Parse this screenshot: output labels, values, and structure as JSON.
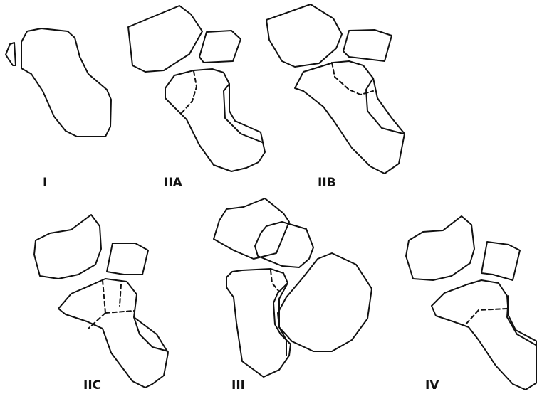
{
  "panels": [
    {
      "id": "I",
      "label": "I"
    },
    {
      "id": "IIA",
      "label": "IIA"
    },
    {
      "id": "IIB",
      "label": "IIB"
    },
    {
      "id": "IIC",
      "label": "IIC"
    },
    {
      "id": "III",
      "label": "III"
    },
    {
      "id": "IV",
      "label": "IV"
    }
  ],
  "colors": {
    "stroke": "#111111",
    "background": "#ffffff"
  }
}
